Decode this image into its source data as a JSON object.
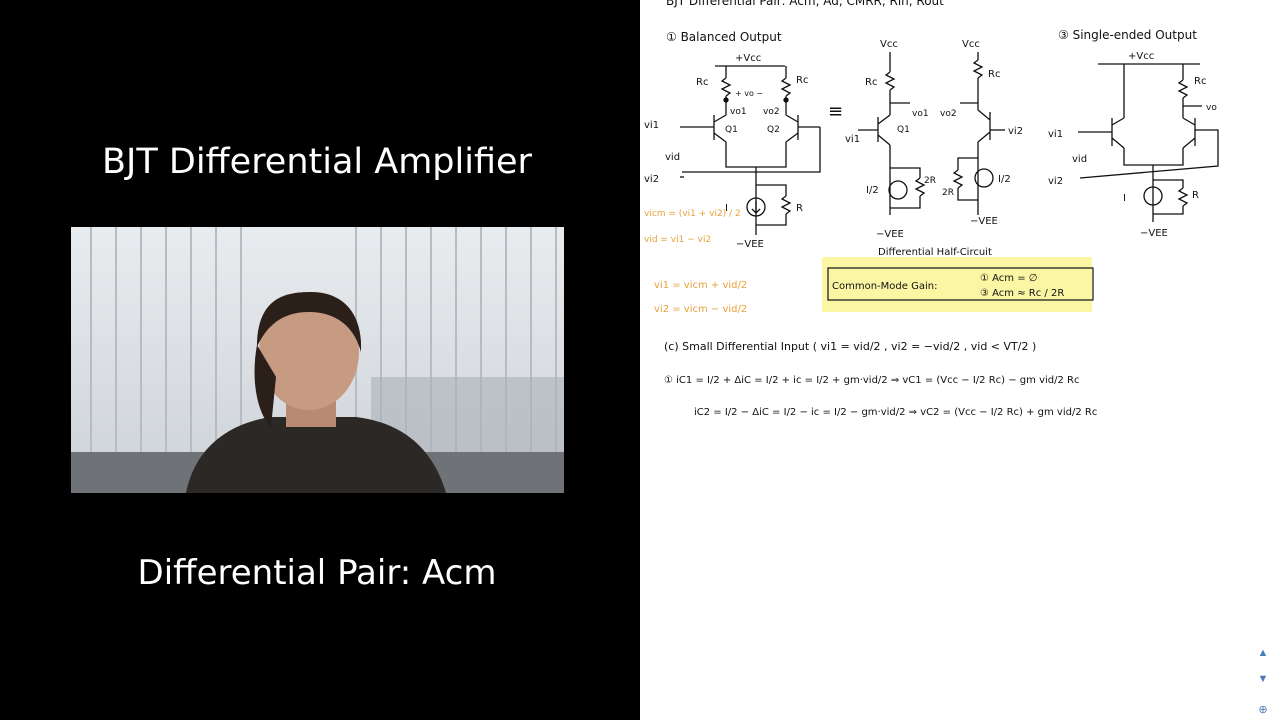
{
  "slide": {
    "title": "BJT Differential Amplifier",
    "subtitle": "Differential Pair:  Acm"
  },
  "notes": {
    "header": "BJT Differential Pair: Acm, Ad, CMRR, Rin, Rout",
    "sec1": "① Balanced Output",
    "sec3": "③ Single-ended Output",
    "vcc_plus": "+Vcc",
    "vcc": "Vcc",
    "rc": "Rc",
    "r": "R",
    "two_r": "2R",
    "i": "I",
    "i_half": "I/2",
    "vee": "−VEE",
    "q1": "Q1",
    "q2": "Q2",
    "vo1": "vo1",
    "vo2": "vo2",
    "vo": "vo",
    "vo_pm": "+ vo −",
    "vi1": "vi1",
    "vi2": "vi2",
    "vid": "vid",
    "equiv": "≡",
    "half_circuit": "Differential Half-Circuit",
    "vicm_def": "vicm = (vi1 + vi2) / 2",
    "vid_def": "vid = vi1 − vi2",
    "vi1_eq": "vi1 = vicm + vid/2",
    "vi2_eq": "vi2 = vicm − vid/2",
    "cm_label": "Common-Mode Gain:",
    "cm_1": "① Acm = ∅",
    "cm_3": "③ Acm ≈ Rc / 2R",
    "part_c": "(c)  Small Differential Input  ( vi1 = vid/2 ,  vi2 = −vid/2 ,  vid < VT/2 )",
    "eq1": "①   iC1 = I/2 + ΔiC = I/2 + ic = I/2 + gm·vid/2  ⇒  vC1 = (Vcc − I/2 Rc) − gm vid/2 Rc",
    "eq2": "iC2 = I/2 − ΔiC = I/2 − ic = I/2 − gm·vid/2  ⇒  vC2 = (Vcc − I/2 Rc) + gm vid/2 Rc"
  },
  "colors": {
    "ink": "#111111",
    "orange": "#e8a13a",
    "highlight": "#fbf59a",
    "controls": "#4a7ab8"
  },
  "icons": [
    "scroll-up-icon",
    "scroll-down-icon",
    "zoom-icon"
  ]
}
